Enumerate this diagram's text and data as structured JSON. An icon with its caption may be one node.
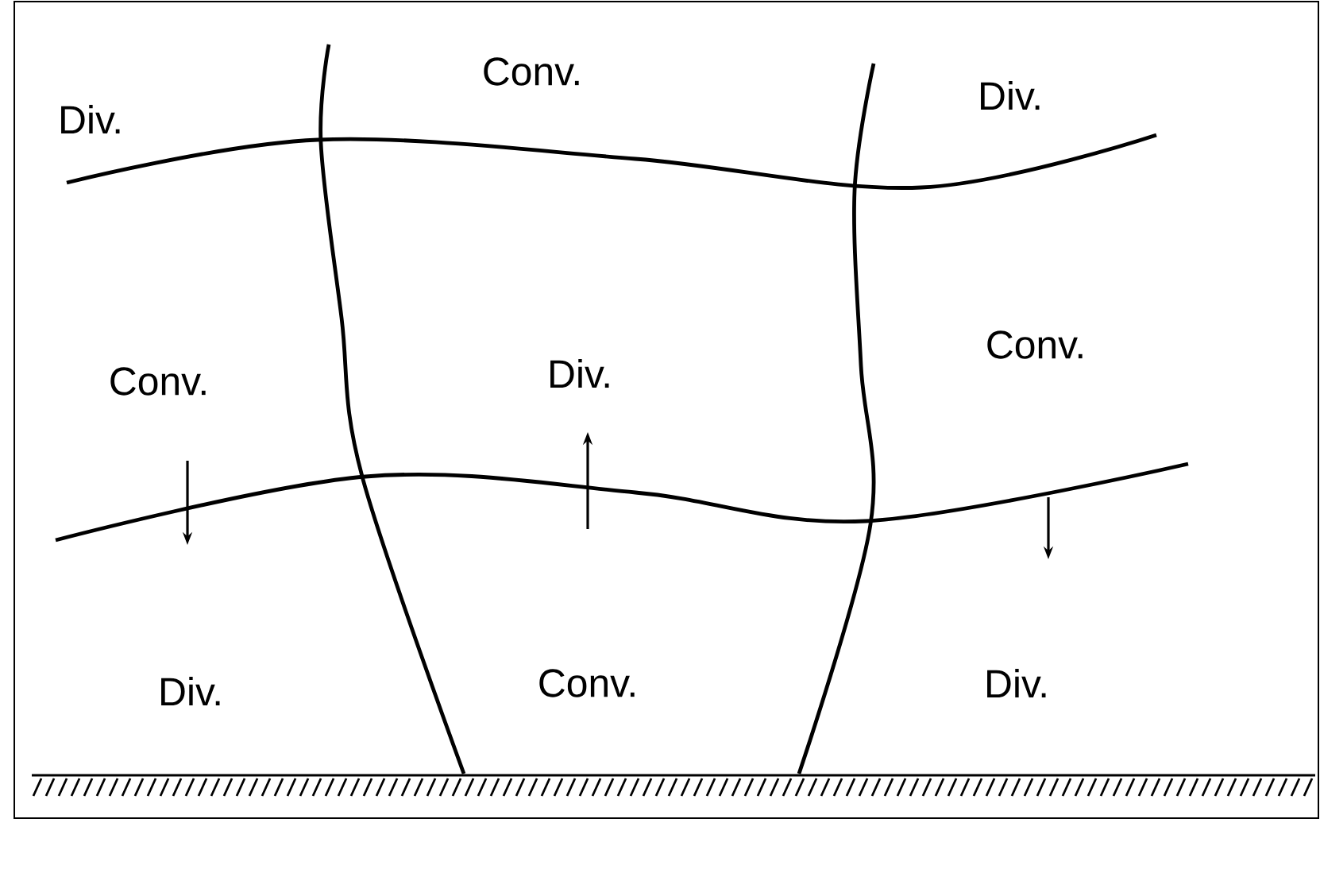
{
  "diagram": {
    "labels": [
      "Div.",
      "Conv.",
      "Div.",
      "Conv.",
      "Div.",
      "Conv.",
      "Div.",
      "Conv.",
      "Div."
    ]
  }
}
